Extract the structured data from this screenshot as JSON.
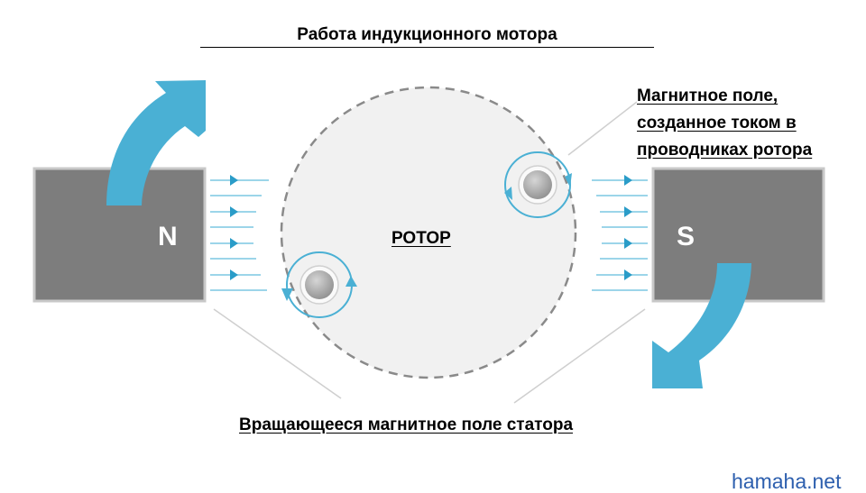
{
  "title": "Работа индукционного мотора",
  "rotor_label": "РОТОР",
  "rotor_field_label": [
    "Магнитное поле,",
    "созданное током в",
    "проводниках ротора"
  ],
  "stator_field_label": "Вращающееся магнитное поле статора",
  "north_pole": "N",
  "south_pole": "S",
  "watermark": "hamaha.net",
  "colors": {
    "accent": "#4ab0d4",
    "magnet": "#7d7d7d",
    "dashed": "#8a8a8a",
    "watermark": "#2d5fae"
  }
}
